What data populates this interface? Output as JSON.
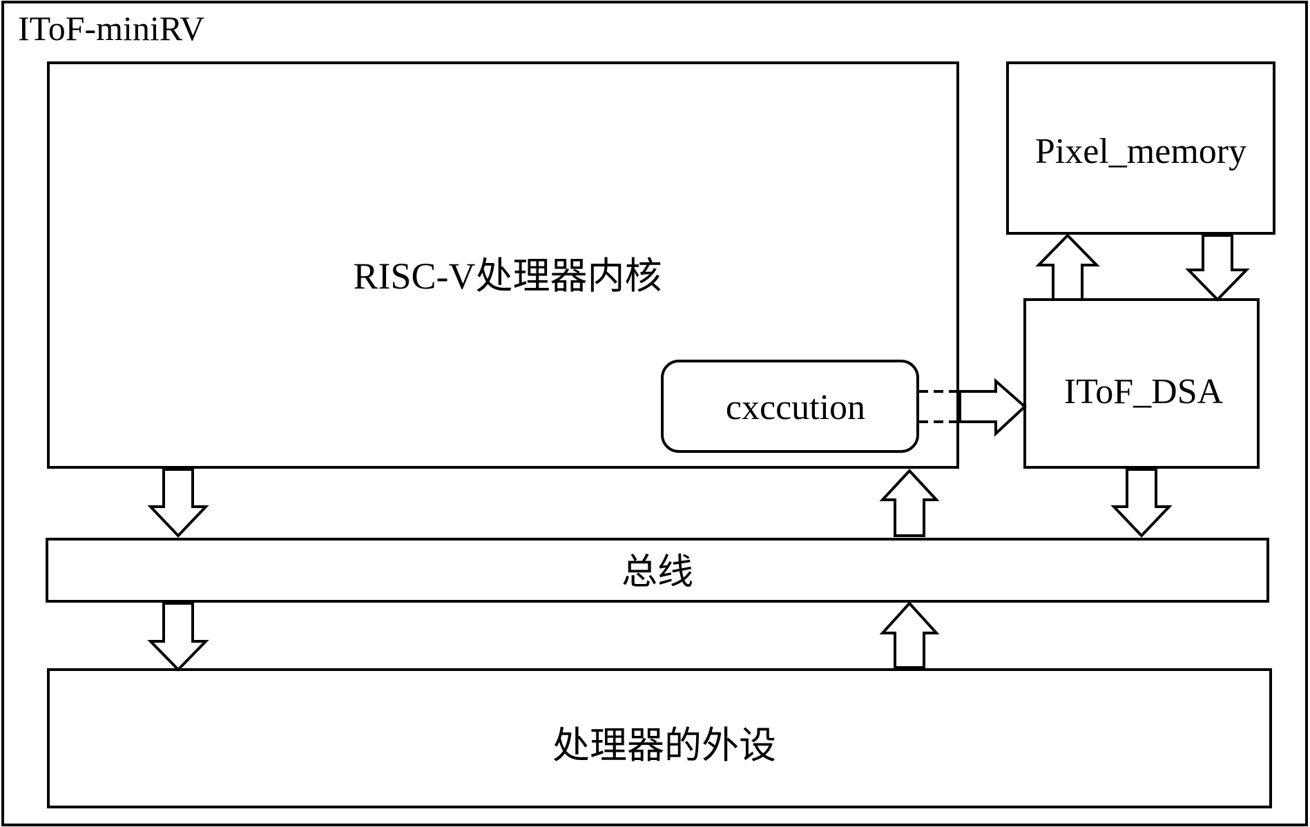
{
  "diagram": {
    "outer_title": "IToF-miniRV",
    "riscv_core_label": "RISC-V处理器内核",
    "execution_label": "cxccution",
    "pixel_memory_label": "Pixel_memory",
    "itof_dsa_label": "IToF_DSA",
    "bus_label": "总线",
    "peripherals_label": "处理器的外设"
  }
}
